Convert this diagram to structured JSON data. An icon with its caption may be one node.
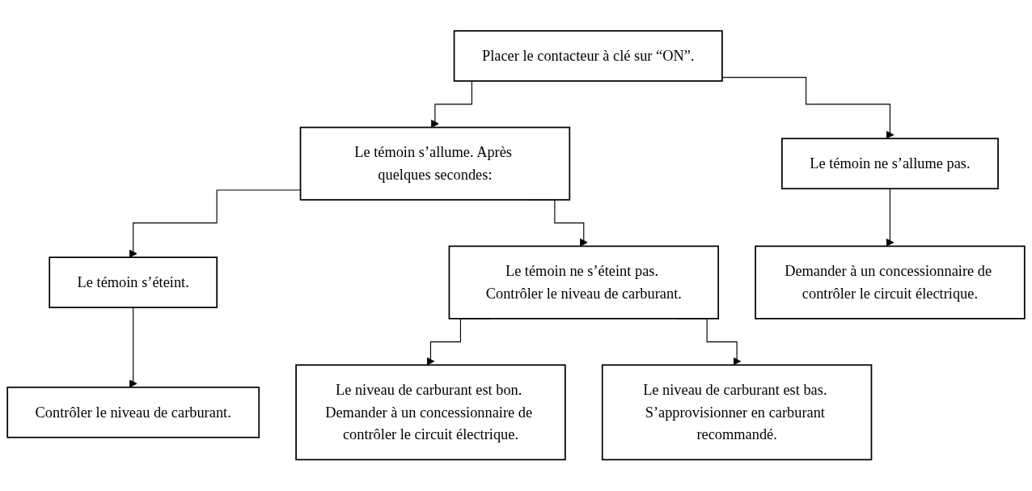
{
  "diagram": {
    "nodes": [
      {
        "text": [
          "Placer le contacteur à clé sur “ON”."
        ]
      },
      {
        "text": [
          "Le témoin s’allume. Après quelques secondes:"
        ]
      },
      {
        "text": [
          "Le témoin ne s’allume pas."
        ]
      },
      {
        "text": [
          "Le témoin s’éteint."
        ]
      },
      {
        "text": [
          "Le témoin ne s’éteint pas. Contrôler le niveau de carburant."
        ]
      },
      {
        "text": [
          "Demander à un concessionnaire de contrôler le circuit électrique."
        ]
      },
      {
        "text": [
          "Contrôler le niveau de carburant."
        ]
      },
      {
        "text": [
          "Le niveau de carburant est bon. Demander à un concessionnaire de contrôler le circuit électrique."
        ]
      },
      {
        "text": [
          "Le niveau de carburant est bas. S’approvisionner en carburant recommandé."
        ]
      }
    ],
    "edges": [
      {
        "from": 0,
        "to": 1,
        "arrow": "to"
      },
      {
        "from": 0,
        "to": 2,
        "arrow": "to"
      },
      {
        "from": 1,
        "to": 3,
        "arrow": "to"
      },
      {
        "from": 1,
        "to": 4,
        "arrow": "to"
      },
      {
        "from": 2,
        "to": 5,
        "arrow": "to"
      },
      {
        "from": 3,
        "to": 6,
        "arrow": "to"
      },
      {
        "from": 4,
        "to": 7,
        "arrow": "to"
      },
      {
        "from": 4,
        "to": 8,
        "arrow": "to"
      }
    ]
  }
}
